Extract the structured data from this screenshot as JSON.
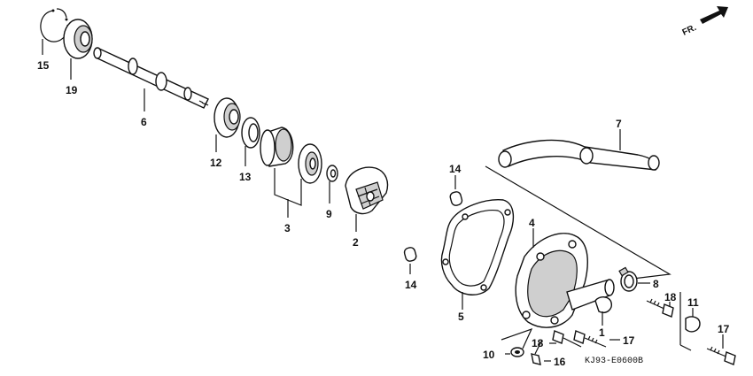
{
  "diagram": {
    "direction_label": "FR.",
    "drawing_code": "KJ93-E0600B",
    "callouts": {
      "c15": "15",
      "c19": "19",
      "c6": "6",
      "c12": "12",
      "c13": "13",
      "c3": "3",
      "c9": "9",
      "c2": "2",
      "c7": "7",
      "c14a": "14",
      "c14b": "14",
      "c4": "4",
      "c8": "8",
      "c5": "5",
      "c1": "1",
      "c18a": "18",
      "c11": "11",
      "c17a": "17",
      "c18b": "18",
      "c17b": "17",
      "c10": "10",
      "c16": "16"
    }
  }
}
